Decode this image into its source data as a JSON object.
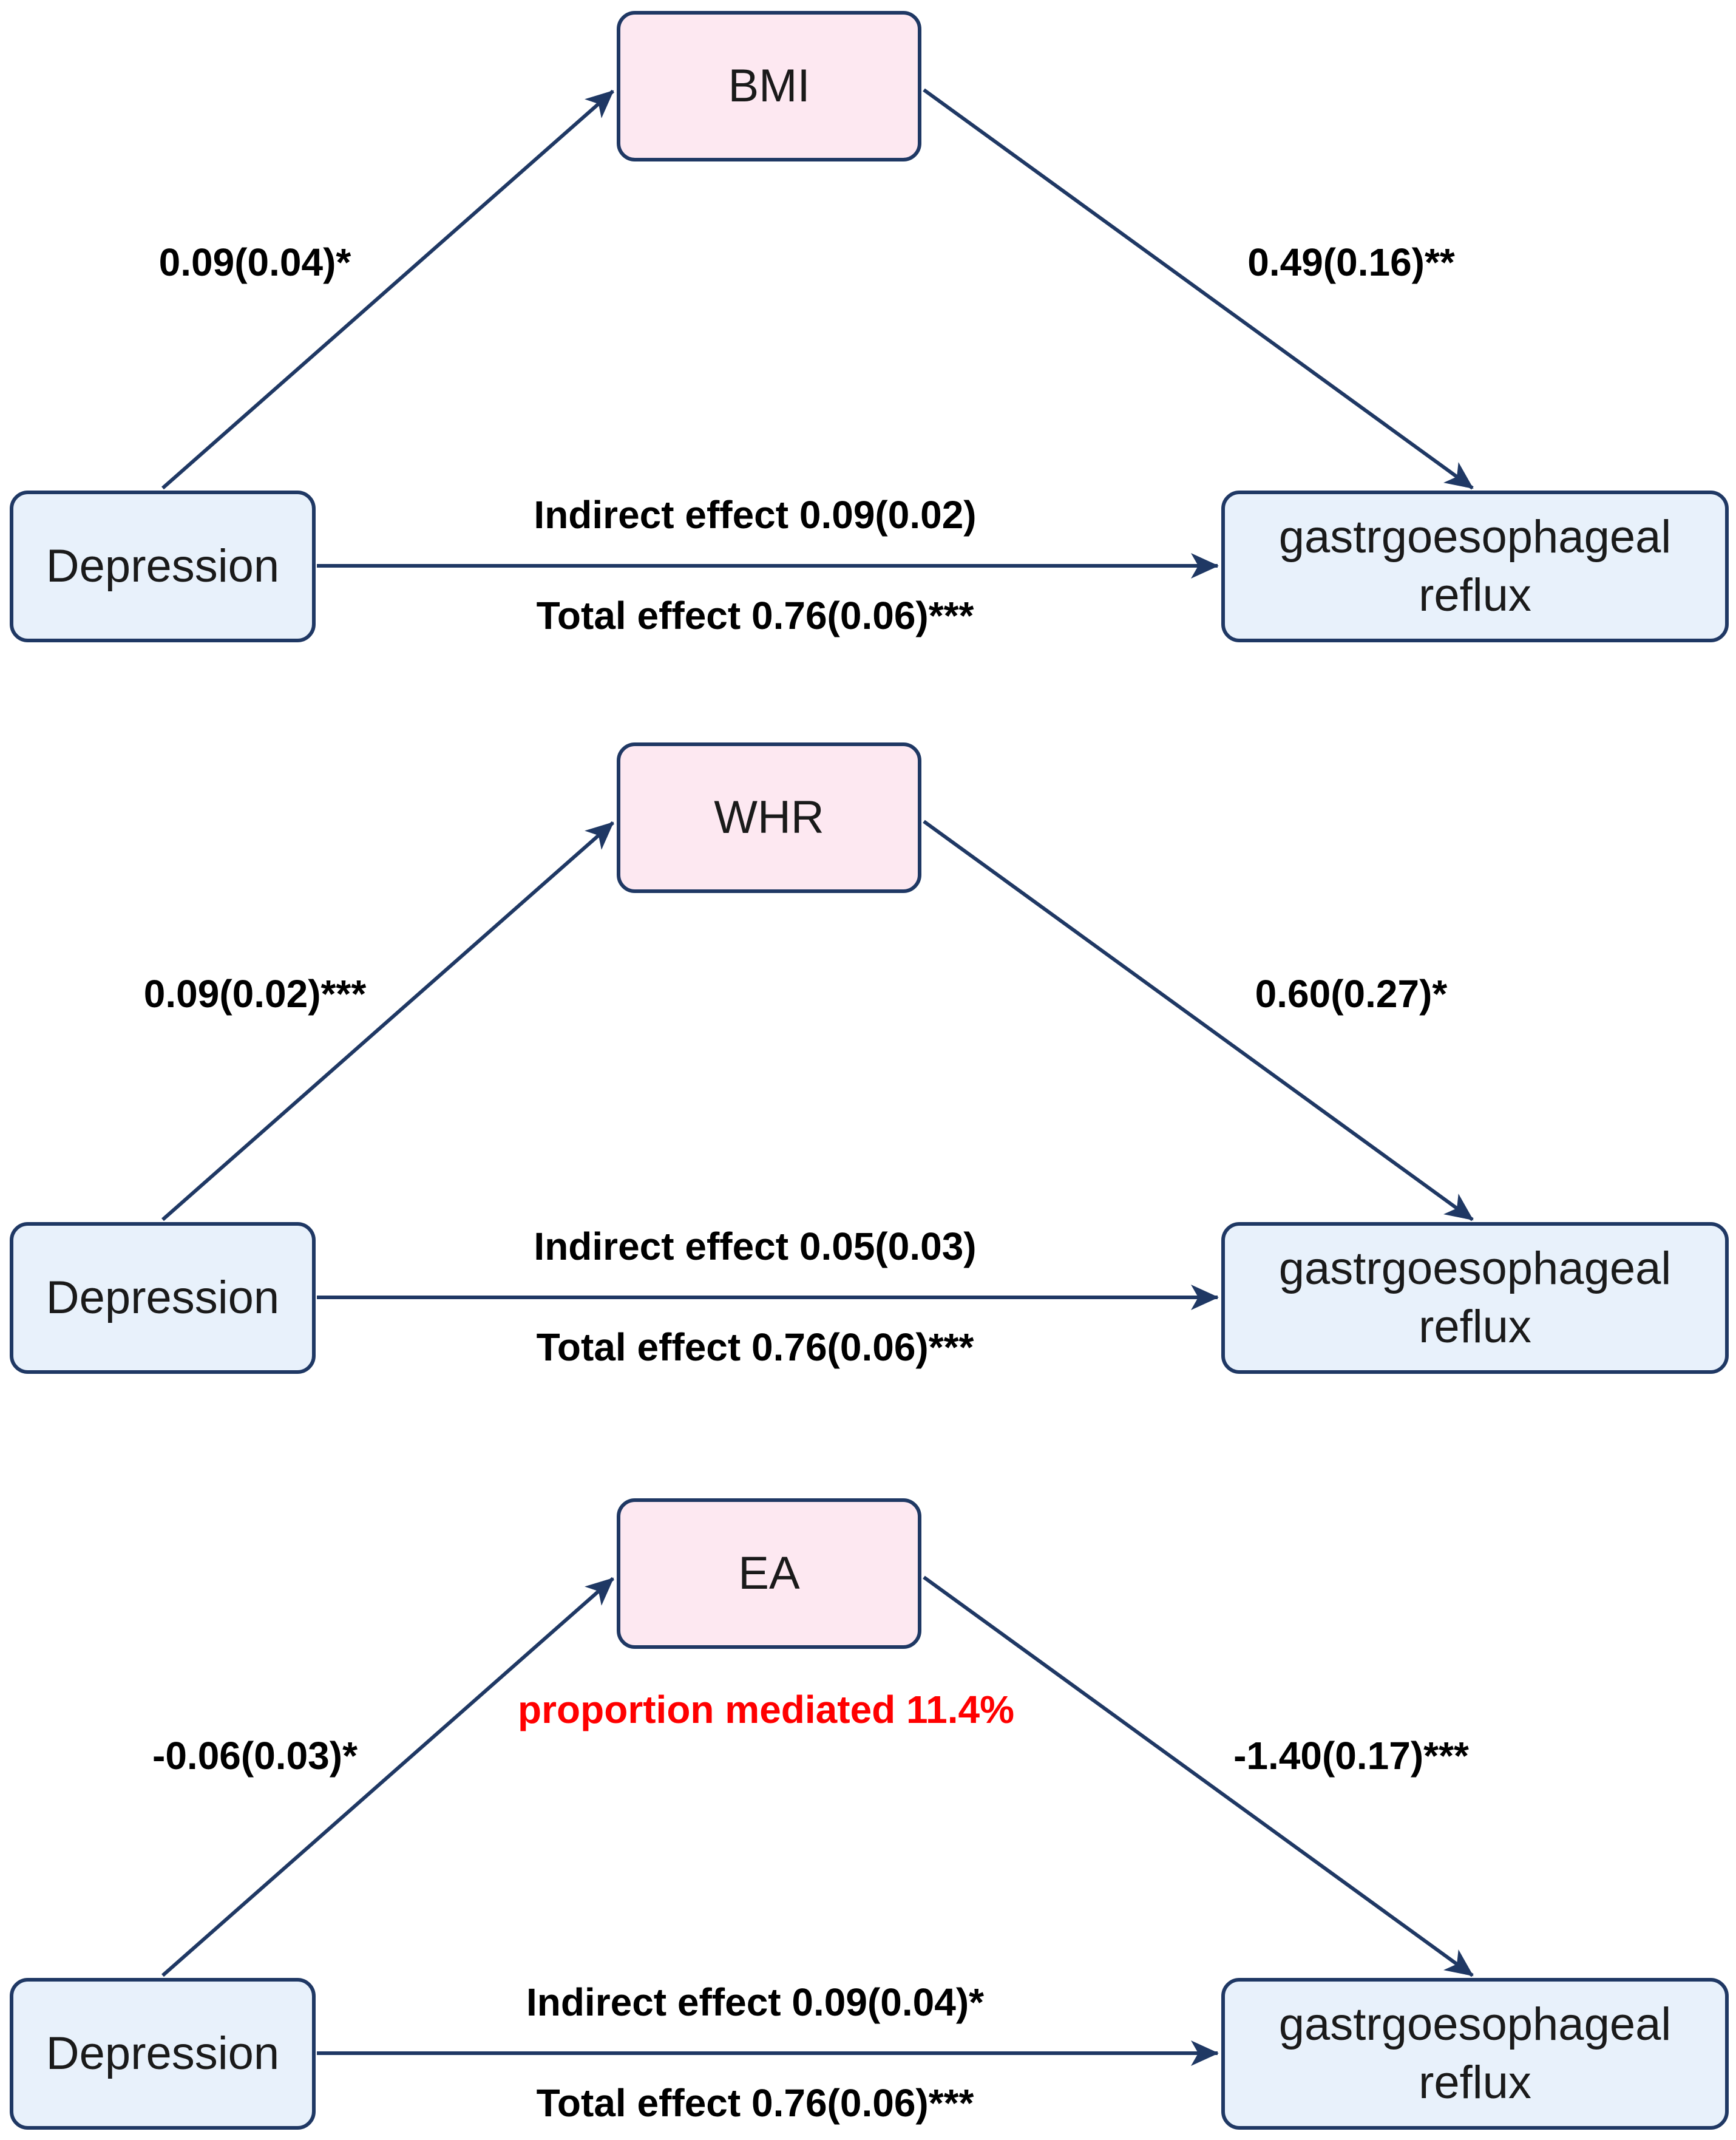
{
  "accent_colors": {
    "arrow": "#1f3864",
    "source_fill": "#e8f1fb",
    "mediator_fill": "#fde8f1",
    "highlight_text": "#ff0000"
  },
  "panels": [
    {
      "mediator": "BMI",
      "source": "Depression",
      "outcome_line1": "gastrgoesophageal",
      "outcome_line2": "reflux",
      "path_a": "0.09(0.04)*",
      "path_b": "0.49(0.16)**",
      "indirect": "Indirect effect 0.09(0.02)",
      "total": "Total effect 0.76(0.06)***"
    },
    {
      "mediator": "WHR",
      "source": "Depression",
      "outcome_line1": "gastrgoesophageal",
      "outcome_line2": "reflux",
      "path_a": "0.09(0.02)***",
      "path_b": "0.60(0.27)*",
      "indirect": "Indirect effect 0.05(0.03)",
      "total": "Total effect 0.76(0.06)***"
    },
    {
      "mediator": "EA",
      "source": "Depression",
      "outcome_line1": "gastrgoesophageal",
      "outcome_line2": "reflux",
      "path_a": "-0.06(0.03)*",
      "path_b": "-1.40(0.17)***",
      "indirect": "Indirect effect 0.09(0.04)*",
      "total": "Total effect 0.76(0.06)***",
      "proportion": "proportion mediated 11.4%"
    }
  ]
}
